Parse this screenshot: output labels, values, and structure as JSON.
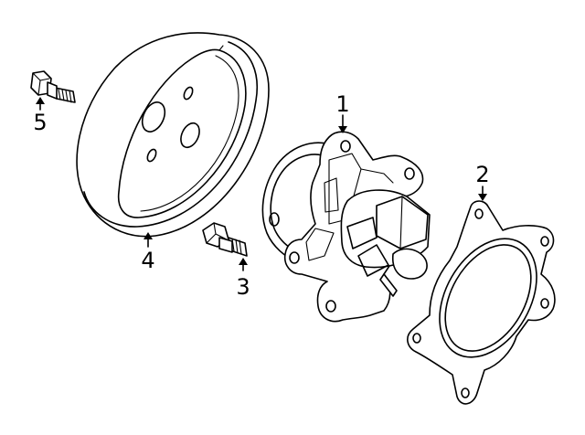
{
  "callouts": [
    {
      "id": "1",
      "text": "1",
      "part": "water-pump-body"
    },
    {
      "id": "2",
      "text": "2",
      "part": "gasket"
    },
    {
      "id": "3",
      "text": "3",
      "part": "pump-bolt"
    },
    {
      "id": "4",
      "text": "4",
      "part": "pulley"
    },
    {
      "id": "5",
      "text": "5",
      "part": "pulley-bolt"
    }
  ]
}
